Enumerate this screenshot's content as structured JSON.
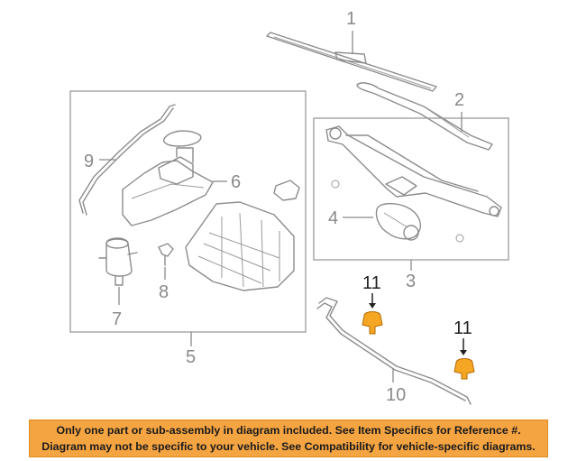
{
  "callouts": {
    "c1": "1",
    "c2": "2",
    "c3": "3",
    "c4": "4",
    "c5": "5",
    "c6": "6",
    "c7": "7",
    "c8": "8",
    "c9": "9",
    "c10": "10",
    "c11a": "11",
    "c11b": "11"
  },
  "colors": {
    "highlight_part": "#f5a623",
    "notice_background": "#f5a442",
    "line_art": "#8c8c8c"
  },
  "notice": {
    "line1": "Only one part or sub-assembly in diagram included. See Item Specifics for Reference #.",
    "line2": "Diagram may not be specific to your vehicle. See Compatibility for vehicle-specific diagrams."
  }
}
